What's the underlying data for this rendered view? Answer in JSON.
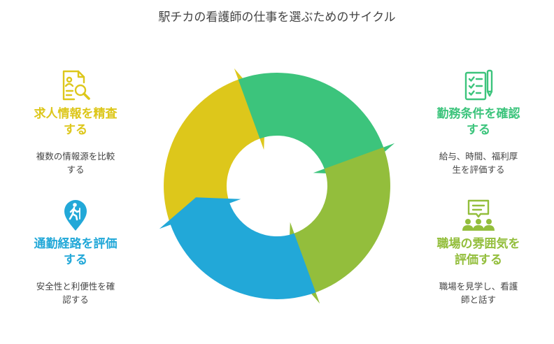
{
  "title": "駅チカの看護師の仕事を選ぶためのサイクル",
  "colors": {
    "yellow": "#ddc71b",
    "green": "#3cc47c",
    "lime": "#93be3c",
    "blue": "#22a8d8"
  },
  "items": [
    {
      "icon": "document-search-icon",
      "heading_line1": "求人情報を精査",
      "heading_line2": "する",
      "desc_line1": "複数の情報源を比較",
      "desc_line2": "する",
      "color": "#ddc71b"
    },
    {
      "icon": "checklist-icon",
      "heading_line1": "勤務条件を確認",
      "heading_line2": "する",
      "desc_line1": "給与、時間、福利厚",
      "desc_line2": "生を評価する",
      "color": "#3cc47c"
    },
    {
      "icon": "commute-location-icon",
      "heading_line1": "通勤経路を評価",
      "heading_line2": "する",
      "desc_line1": "安全性と利便性を確",
      "desc_line2": "認する",
      "color": "#22a8d8"
    },
    {
      "icon": "presentation-group-icon",
      "heading_line1": "職場の雰囲気を",
      "heading_line2": "評価する",
      "desc_line1": "職場を見学し、看護",
      "desc_line2": "師と話す",
      "color": "#93be3c"
    }
  ]
}
